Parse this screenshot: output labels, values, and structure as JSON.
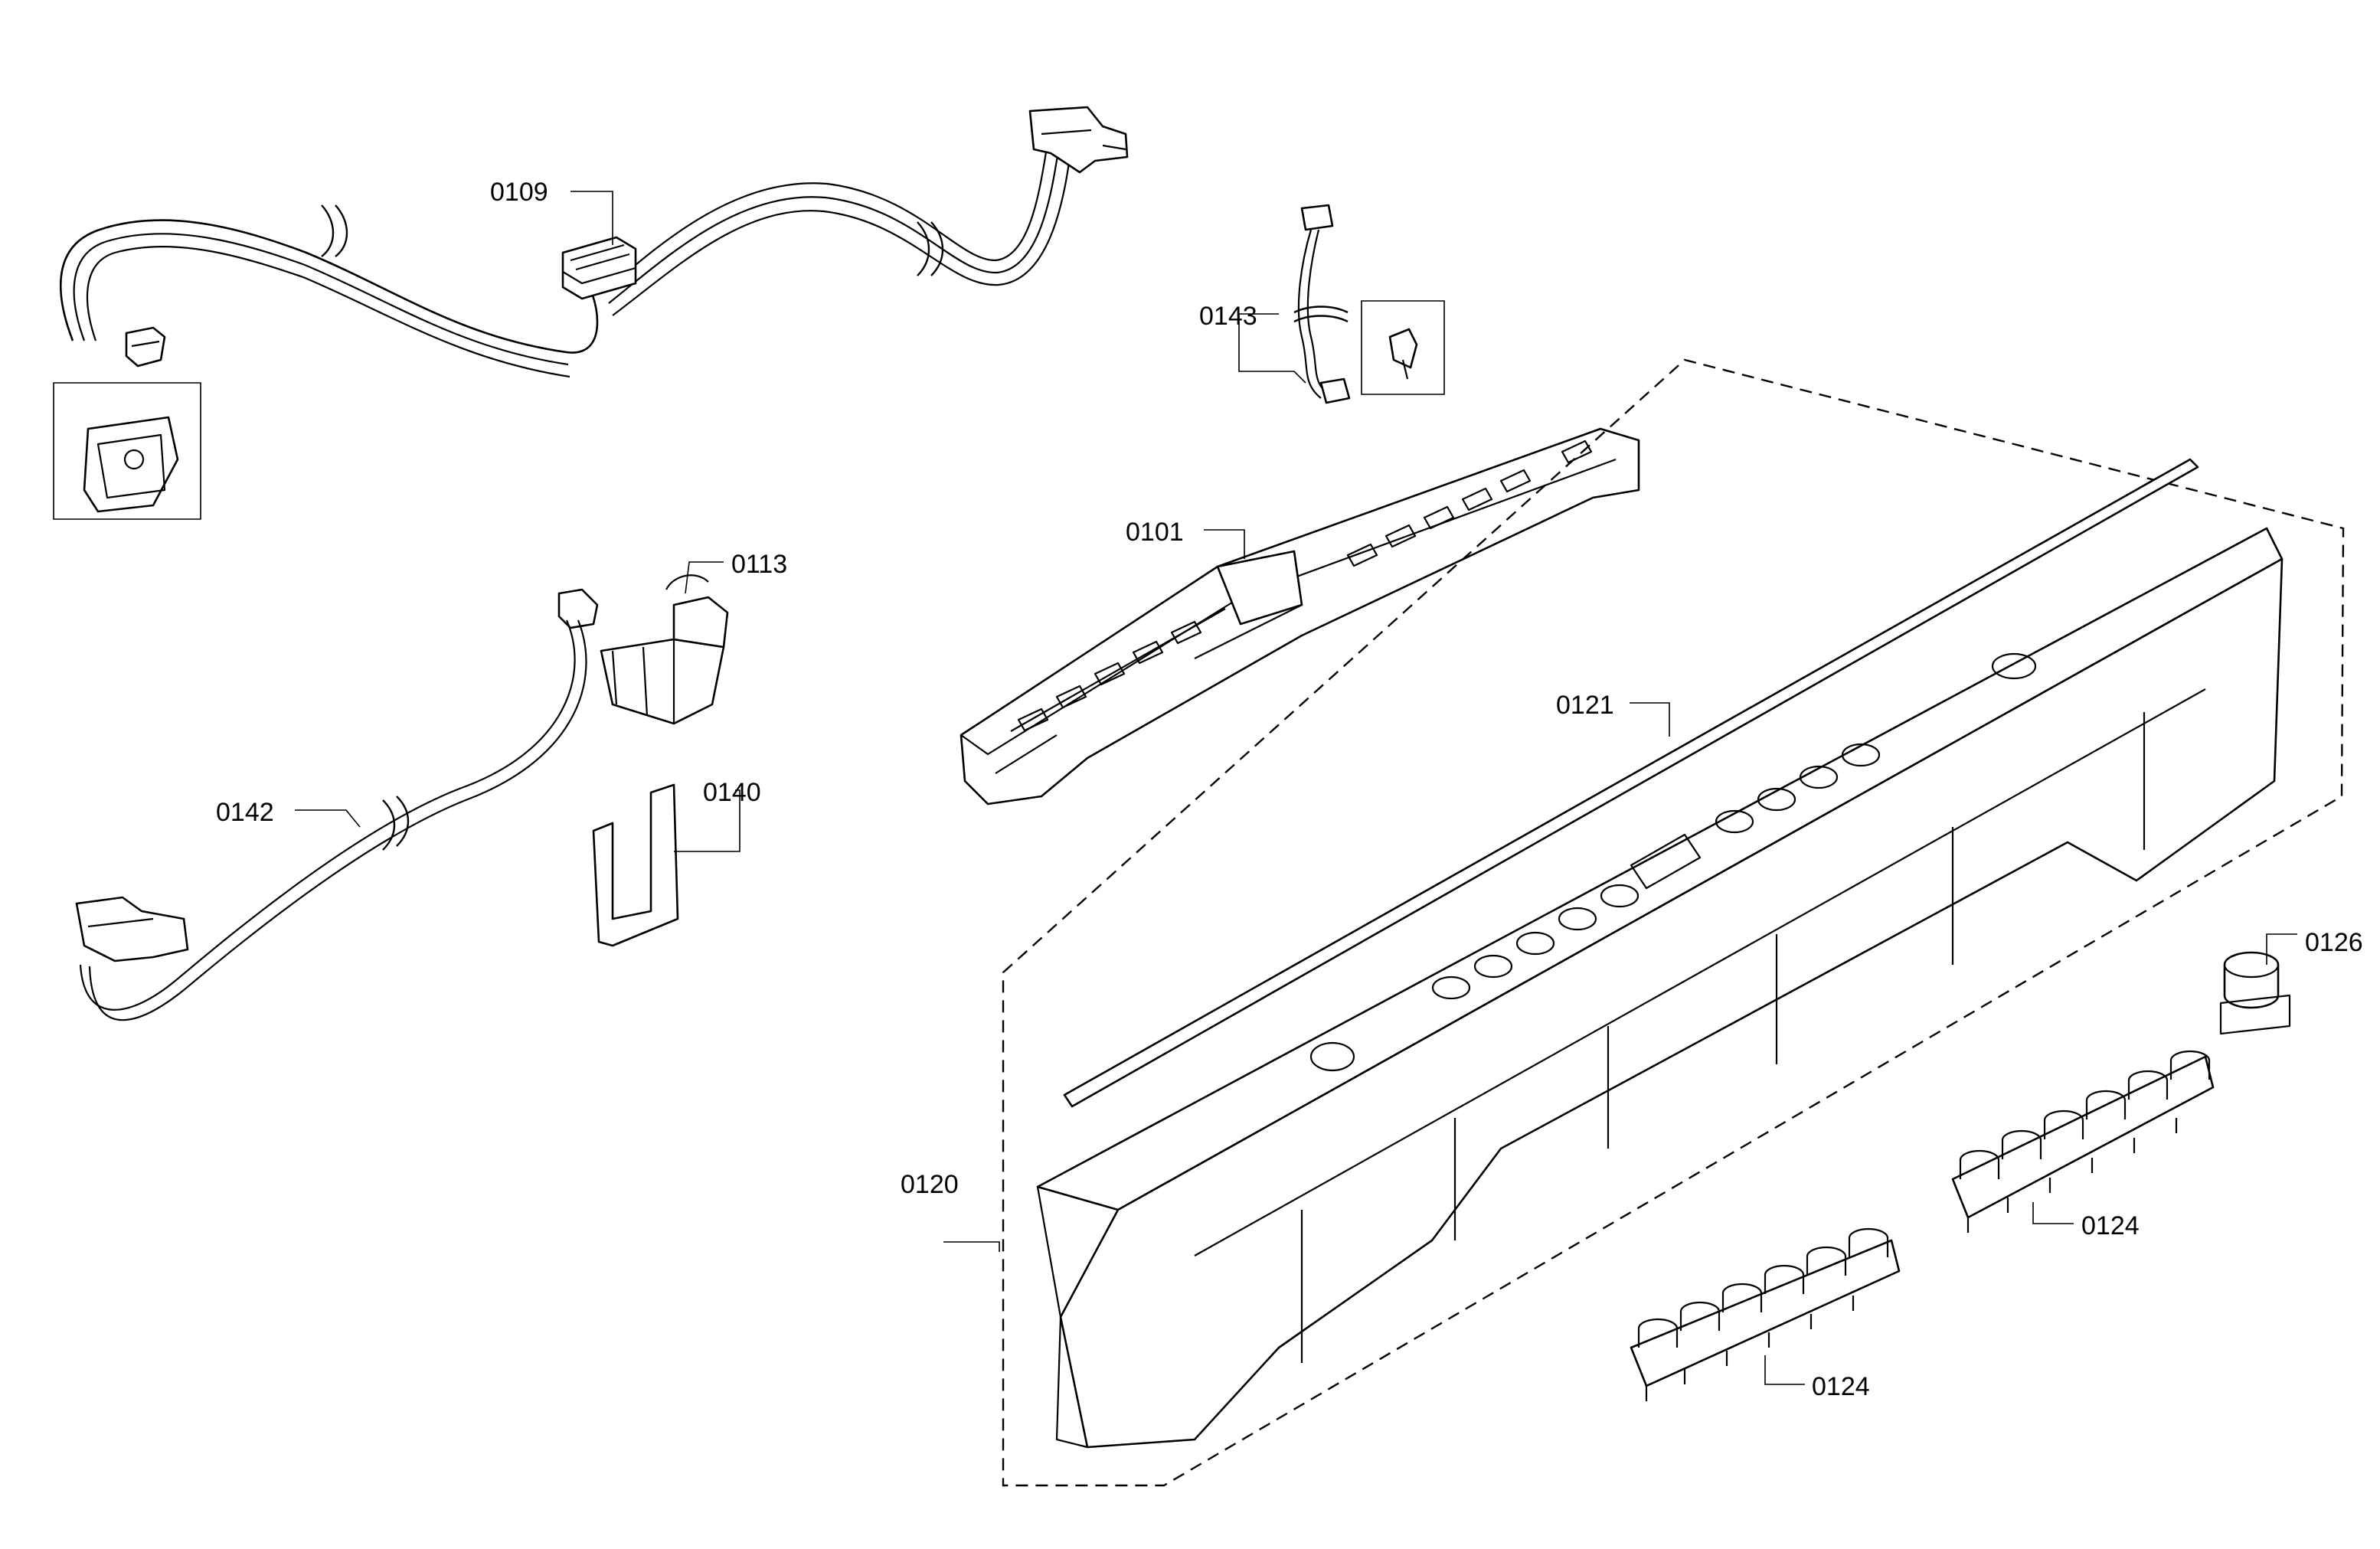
{
  "callouts": [
    {
      "id": "0109",
      "text": "0109"
    },
    {
      "id": "0143",
      "text": "0143"
    },
    {
      "id": "0101",
      "text": "0101"
    },
    {
      "id": "0113",
      "text": "0113"
    },
    {
      "id": "0121",
      "text": "0121"
    },
    {
      "id": "0142",
      "text": "0142"
    },
    {
      "id": "0140",
      "text": "0140"
    },
    {
      "id": "0126",
      "text": "0126"
    },
    {
      "id": "0120",
      "text": "0120"
    },
    {
      "id": "0124a",
      "text": "0124"
    },
    {
      "id": "0124b",
      "text": "0124"
    }
  ]
}
